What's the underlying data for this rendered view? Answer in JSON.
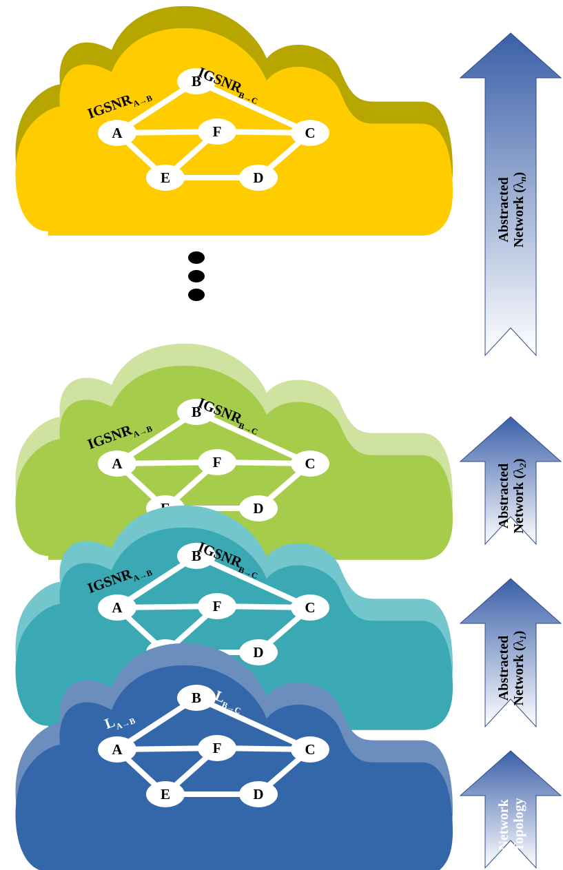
{
  "layers": [
    {
      "id": "abstracted-n",
      "fill": "#FFCC00",
      "shadow": "#B8A600",
      "label_color": "#000000",
      "edge_label_ab": {
        "main": "IGSNR",
        "sub": "A→B"
      },
      "edge_label_bc": {
        "main": "IGSNR",
        "sub": "B→C"
      },
      "arrow": {
        "line1": "Abstracted",
        "line2_prefix": "Network (",
        "symbol": "λ",
        "subscript": "n",
        "line2_suffix": ")",
        "text_color": "#000000"
      }
    },
    {
      "id": "abstracted-2",
      "fill": "#A5CC4A",
      "shadow": "#CFE2A0",
      "label_color": "#000000",
      "edge_label_ab": {
        "main": "IGSNR",
        "sub": "A→B"
      },
      "edge_label_bc": {
        "main": "IGSNR",
        "sub": "B→C"
      },
      "arrow": {
        "line1": "Abstracted",
        "line2_prefix": "Network (",
        "symbol": "λ",
        "subscript": "2",
        "line2_suffix": ")",
        "text_color": "#000000"
      }
    },
    {
      "id": "abstracted-1",
      "fill": "#3AA9B4",
      "shadow": "#72C6CC",
      "label_color": "#000000",
      "edge_label_ab": {
        "main": "IGSNR",
        "sub": "A→B"
      },
      "edge_label_bc": {
        "main": "IGSNR",
        "sub": "B→C"
      },
      "arrow": {
        "line1": "Abstracted",
        "line2_prefix": "Network (",
        "symbol": "λ",
        "subscript": "1",
        "line2_suffix": ")",
        "text_color": "#000000"
      }
    },
    {
      "id": "topology",
      "fill": "#3467AA",
      "shadow": "#6C8EBE",
      "label_color": "#FFFFFF",
      "edge_label_ab": {
        "main": "L",
        "sub": "A→B"
      },
      "edge_label_bc": {
        "main": "L",
        "sub": "B→C"
      },
      "arrow": {
        "line1": "Network",
        "line2_prefix": "Topology",
        "symbol": "",
        "subscript": "",
        "line2_suffix": "",
        "text_color": "#FFFFFF"
      }
    }
  ],
  "nodes": [
    "A",
    "B",
    "C",
    "D",
    "E",
    "F"
  ],
  "edges": [
    [
      "A",
      "B"
    ],
    [
      "B",
      "C"
    ],
    [
      "A",
      "F"
    ],
    [
      "F",
      "C"
    ],
    [
      "A",
      "E"
    ],
    [
      "E",
      "F"
    ],
    [
      "E",
      "D"
    ],
    [
      "D",
      "C"
    ]
  ],
  "colors": {
    "arrow_top": "#3A5FA8",
    "arrow_bottom": "#FFFFFF",
    "arrow_stroke": "#2C4B85",
    "edge": "#FFFFFF",
    "node_fill": "#FFFFFF"
  }
}
